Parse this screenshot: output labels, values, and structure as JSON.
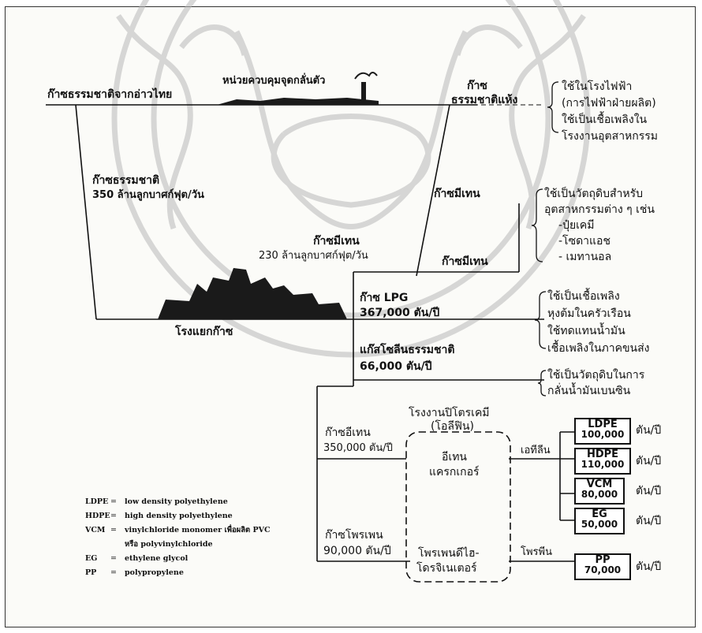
{
  "nodes": {
    "gulf_gas": "ก๊าซธรรมชาติจากอ่าวไทย",
    "dew_point_unit": "หน่วยควบคุมจุดกลั่นตัว",
    "dry_gas_1": "ก๊าซ",
    "dry_gas_2": "ธรรมชาติแห้ง",
    "natural_gas": "ก๊าซธรรมชาติ",
    "natural_gas_flow": "350 ล้านลูกบาศก์ฟุต/วัน",
    "methane_up": "ก๊าซมีเทน",
    "methane_mid": "ก๊าซมีเทน",
    "methane_flow": "230 ล้านลูกบาศก์ฟุต/วัน",
    "methane_right": "ก๊าซมีเทน",
    "gas_plant": "โรงแยกก๊าซ",
    "lpg": "ก๊าซ LPG",
    "lpg_qty": "367,000 ตัน/ปี",
    "ngl": "แก๊สโซลีนธรรมชาติ",
    "ngl_qty": "66,000 ตัน/ปี",
    "petchem_1": "โรงงานปิโตรเคมี",
    "petchem_2": "(โอลีฟิน)",
    "ethane": "ก๊าซอีเทน",
    "ethane_qty": "350,000 ตัน/ปี",
    "ethane_cracker_1": "อีเทน",
    "ethane_cracker_2": "แครกเกอร์",
    "ethylene": "เอทีลีน",
    "propane": "ก๊าซโพรเพน",
    "propane_qty": "90,000 ตัน/ปี",
    "pdh_1": "โพรเพนดีไฮ-",
    "pdh_2": "โดรจิเนเตอร์",
    "propylene": "โพรพีน"
  },
  "uses": {
    "dry_gas": [
      "ใช้ในโรงไฟฟ้า",
      "(การไฟฟ้าฝ่ายผลิต)",
      "ใช้เป็นเชื้อเพลิงใน",
      "โรงงานอุตสาหกรรม"
    ],
    "methane": [
      "ใช้เป็นวัตถุดิบสำหรับ",
      "อุตสาหกรรมต่าง ๆ เช่น",
      "-ปุ๋ยเคมี",
      "-โซดาแอช",
      "- เมทานอล"
    ],
    "lpg": [
      "ใช้เป็นเชื้อเพลิง",
      "หุงต้มในครัวเรือน",
      "ใช้ทดแทนน้ำมัน",
      "เชื้อเพลิงในภาคขนส่ง"
    ],
    "ngl": [
      "ใช้เป็นวัตถุดิบในการ",
      "กลั่นน้ำมันเบนซิน"
    ]
  },
  "products": [
    {
      "name": "LDPE",
      "qty": "100,000",
      "unit": "ตัน/ปี"
    },
    {
      "name": "HDPE",
      "qty": "110,000",
      "unit": "ตัน/ปี"
    },
    {
      "name": "VCM",
      "qty": "80,000",
      "unit": "ตัน/ปี"
    },
    {
      "name": "EG",
      "qty": "50,000",
      "unit": "ตัน/ปี"
    },
    {
      "name": "PP",
      "qty": "70,000",
      "unit": "ตัน/ปี"
    }
  ],
  "legend": [
    {
      "abbr": "LDPE",
      "eq": "=",
      "def": "low density polyethylene"
    },
    {
      "abbr": "HDPE",
      "eq": "=",
      "def": "high density polyethylene"
    },
    {
      "abbr": "VCM",
      "eq": "=",
      "def": "vinylchloride monomer เพื่อผลิต PVC"
    },
    {
      "abbr": "",
      "eq": "",
      "def": "หรือ polyvinylchloride"
    },
    {
      "abbr": "EG",
      "eq": "=",
      "def": "ethylene glycol"
    },
    {
      "abbr": "PP",
      "eq": "=",
      "def": "polypropylene"
    }
  ]
}
